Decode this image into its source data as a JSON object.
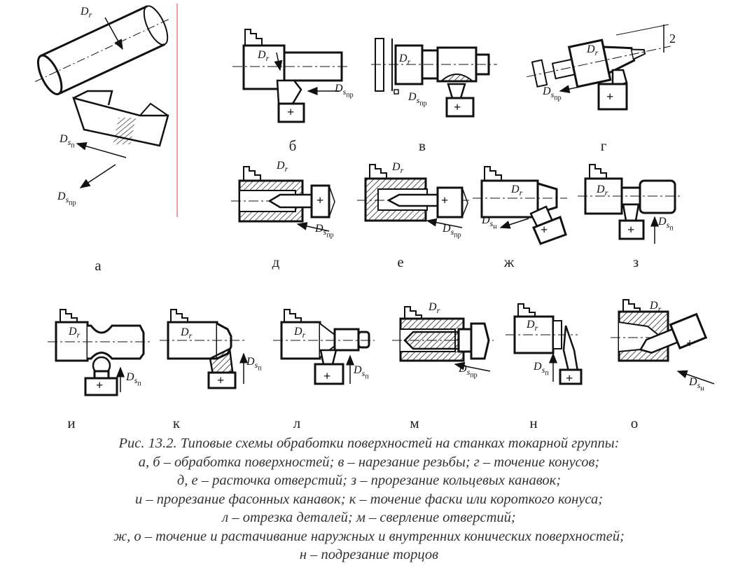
{
  "panels": [
    {
      "id": "a",
      "label": "а"
    },
    {
      "id": "b",
      "label": "б"
    },
    {
      "id": "v",
      "label": "в"
    },
    {
      "id": "g",
      "label": "г"
    },
    {
      "id": "d",
      "label": "д"
    },
    {
      "id": "e",
      "label": "е"
    },
    {
      "id": "zh",
      "label": "ж"
    },
    {
      "id": "z",
      "label": "з"
    },
    {
      "id": "i",
      "label": "и"
    },
    {
      "id": "k",
      "label": "к"
    },
    {
      "id": "l",
      "label": "л"
    },
    {
      "id": "m",
      "label": "м"
    },
    {
      "id": "n",
      "label": "н"
    },
    {
      "id": "o",
      "label": "о"
    }
  ],
  "symbols": {
    "rotation": "D",
    "rotation_sub": "r",
    "feed": "D",
    "feed_sub_s": "s",
    "sub_pr": "пр",
    "sub_p": "п",
    "sub_n": "н",
    "plus": "+",
    "angle": "2"
  },
  "caption": {
    "title": "Рис. 13.2. Типовые схемы обработки поверхностей на станках токарной группы:",
    "lines": [
      "а, б – обработка поверхностей;   в – нарезание резьбы;   г – точение конусов;",
      "д, е – расточка отверстий;   з – прорезание кольцевых канавок;",
      "и – прорезание фасонных канавок;   к – точение фаски или короткого конуса;",
      "л – отрезка деталей; м – сверление отверстий;",
      "ж, о – точение и растачивание наружных и внутренних конических поверхностей;",
      "н – подрезание торцов"
    ]
  },
  "colors": {
    "ink": "#111111",
    "divider": "#e8a0a8",
    "caption": "#333333"
  }
}
